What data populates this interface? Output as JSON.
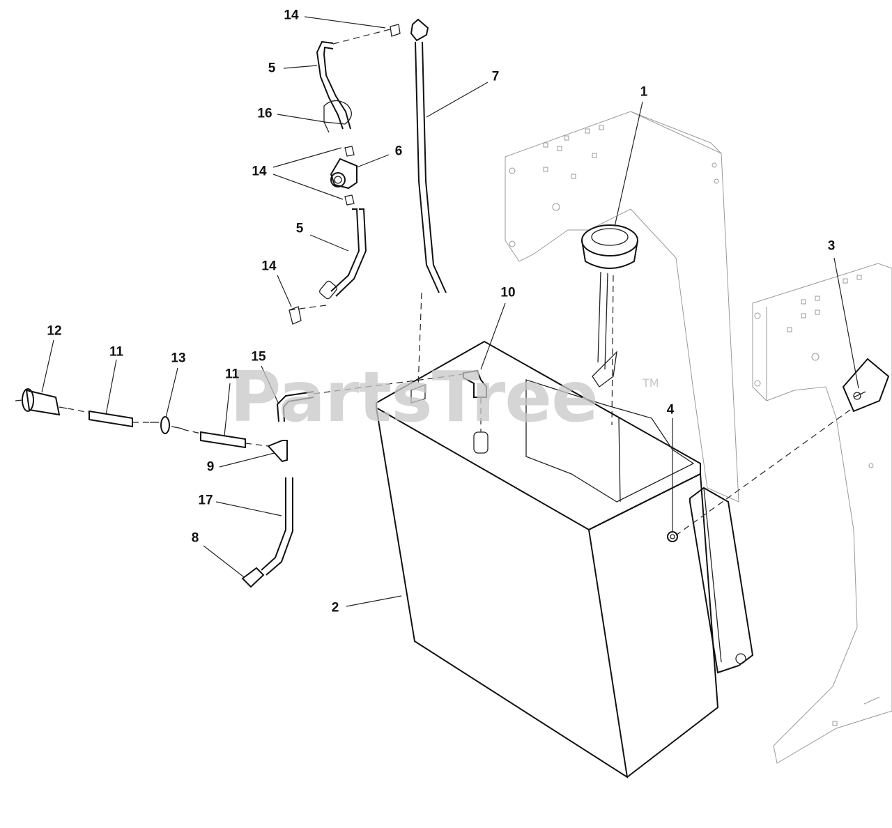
{
  "watermark": {
    "text": "PartsTree",
    "trademark": "TM"
  },
  "callouts": [
    {
      "id": "c14a",
      "label": "14"
    },
    {
      "id": "c5a",
      "label": "5"
    },
    {
      "id": "c16",
      "label": "16"
    },
    {
      "id": "c14b",
      "label": "14"
    },
    {
      "id": "c6",
      "label": "6"
    },
    {
      "id": "c5b",
      "label": "5"
    },
    {
      "id": "c14c",
      "label": "14"
    },
    {
      "id": "c7",
      "label": "7"
    },
    {
      "id": "c1",
      "label": "1"
    },
    {
      "id": "c3",
      "label": "3"
    },
    {
      "id": "c10",
      "label": "10"
    },
    {
      "id": "c12",
      "label": "12"
    },
    {
      "id": "c11a",
      "label": "11"
    },
    {
      "id": "c13",
      "label": "13"
    },
    {
      "id": "c11b",
      "label": "11"
    },
    {
      "id": "c15",
      "label": "15"
    },
    {
      "id": "c4",
      "label": "4"
    },
    {
      "id": "c9",
      "label": "9"
    },
    {
      "id": "c17",
      "label": "17"
    },
    {
      "id": "c8",
      "label": "8"
    },
    {
      "id": "c2",
      "label": "2"
    }
  ]
}
